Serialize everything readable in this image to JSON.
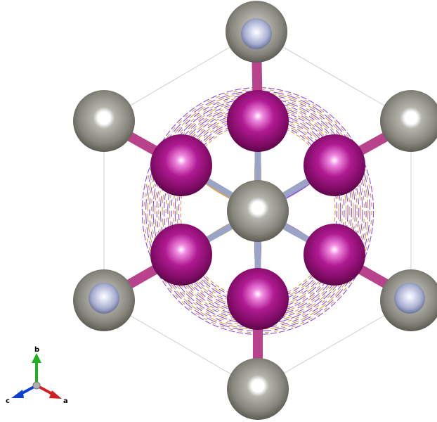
{
  "axes": {
    "a_label": "a",
    "b_label": "b",
    "c_label": "c",
    "a_color": "#d02020",
    "b_color": "#20b020",
    "c_color": "#1040d0"
  },
  "atoms": {
    "large_gray": "#8c8c82",
    "small_blue": "#aab2d2",
    "magenta": "#b0168a"
  },
  "isosurface": {
    "positive": "#d88a20",
    "negative": "#7a30d8"
  },
  "bond_color": "#b8428c",
  "cell_edge_color": "#d0d0d0"
}
